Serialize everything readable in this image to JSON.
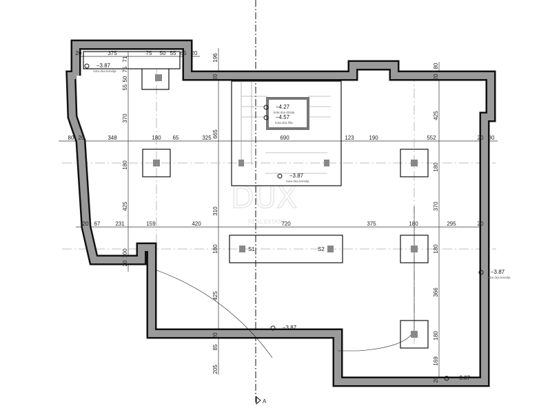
{
  "plan": {
    "top_row": [
      "20",
      "375",
      "75",
      "50",
      "55",
      "65",
      "20"
    ],
    "left_vertical": [
      "71",
      "75",
      "50",
      "55",
      "370",
      "180",
      "425",
      "100",
      "20"
    ],
    "stair_vertical": [
      "196",
      "20",
      "665",
      "310",
      "180",
      "425",
      "20",
      "85",
      "205"
    ],
    "row_205": [
      "80",
      "20",
      "348",
      "180",
      "65",
      "325",
      "690",
      "123",
      "190",
      "552",
      "20",
      "80"
    ],
    "row_330": [
      "20",
      "67",
      "231",
      "159",
      "420",
      "720",
      "375",
      "180",
      "295",
      "20"
    ],
    "right_vertical": [
      "80",
      "20",
      "425",
      "180",
      "370",
      "180",
      "366",
      "180",
      "169",
      "20"
    ],
    "levels": [
      {
        "value": "−3.87",
        "note": "kota dna temelja"
      },
      {
        "value": "−4.27",
        "note": "kota dna dizala"
      },
      {
        "value": "−4.57",
        "note": "kota dna lifta"
      },
      {
        "value": "−3.87",
        "note": "kota dna temelja"
      },
      {
        "value": "−3.87",
        "note": "kota dna temelja"
      },
      {
        "value": "−3.87",
        "note": ""
      },
      {
        "value": "−3.87",
        "note": ""
      }
    ],
    "beam_labels": [
      "S1",
      "S2"
    ],
    "section_marker": "A",
    "watermark": {
      "logo": "DUX",
      "tagline": "REAL ESTATE"
    }
  }
}
